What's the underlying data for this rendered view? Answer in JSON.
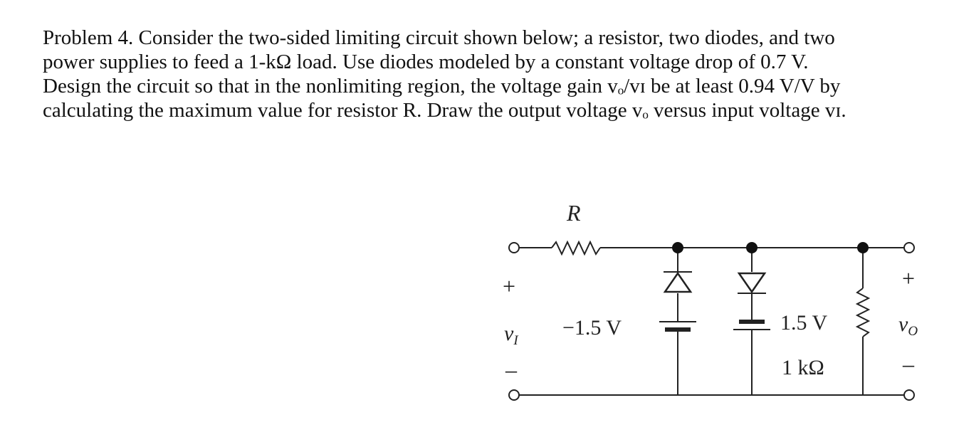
{
  "problem": {
    "lines": [
      "Problem 4. Consider the two-sided limiting circuit shown below; a resistor, two diodes, and two",
      "power supplies to feed a 1-kΩ load. Use diodes modeled by a constant voltage drop of 0.7 V.",
      "Design the circuit so that in the nonlimiting region, the voltage gain vₒ/vɪ be at least 0.94 V/V by",
      "calculating the maximum value for resistor R. Draw the output voltage vₒ versus input voltage vɪ."
    ]
  },
  "circuit": {
    "resistor_label": "R",
    "input_plus": "+",
    "input_minus": "–",
    "input_var": "v",
    "input_sub": "I",
    "output_plus": "+",
    "output_minus": "–",
    "output_var": "v",
    "output_sub": "O",
    "neg_supply": "−1.5 V",
    "pos_supply": "1.5 V",
    "load_value": "1 kΩ"
  }
}
